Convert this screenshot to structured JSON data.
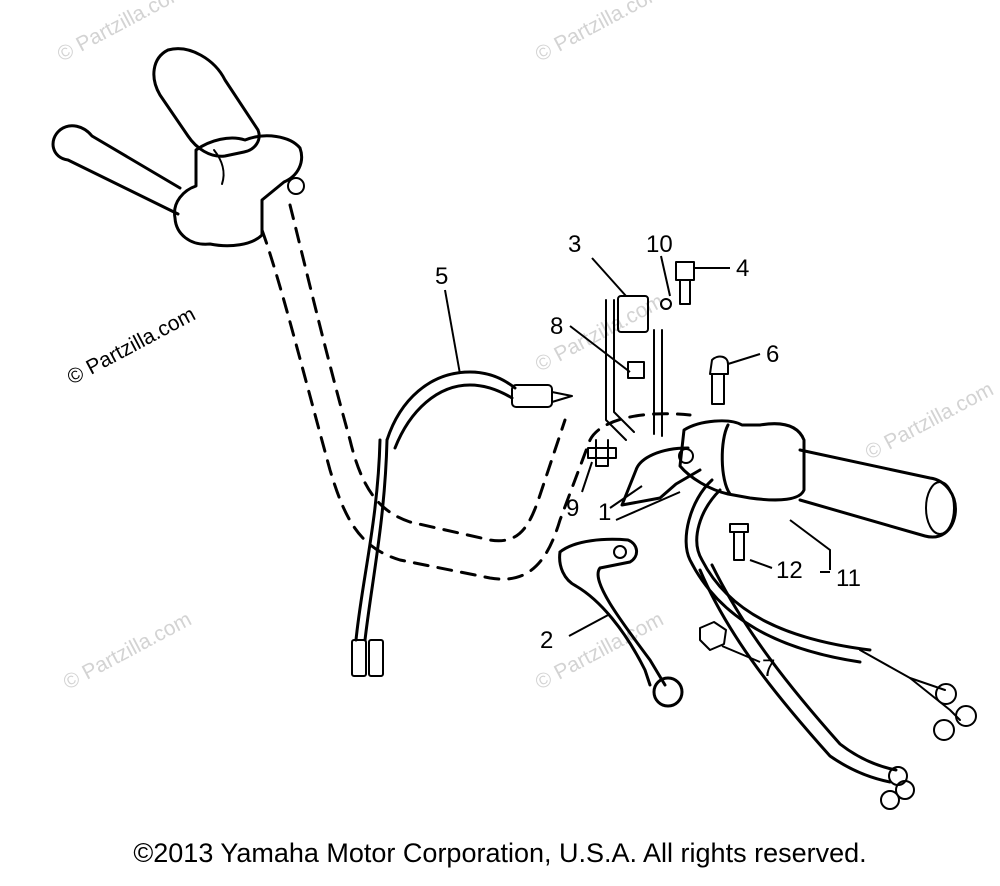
{
  "watermarks": [
    {
      "text": "© Partzilla.com"
    },
    {
      "text": "© Partzilla.com"
    },
    {
      "text": "© Partzilla.com"
    },
    {
      "text": "© Partzilla.com"
    },
    {
      "text": "© Partzilla.com"
    },
    {
      "text": "© Partzilla.com"
    },
    {
      "text": "© Partzilla.com"
    }
  ],
  "callouts": [
    "1",
    "2",
    "3",
    "4",
    "5",
    "6",
    "7",
    "8",
    "9",
    "10",
    "11",
    "12"
  ],
  "copyright": "©2013 Yamaha Motor Corporation, U.S.A. All rights reserved."
}
